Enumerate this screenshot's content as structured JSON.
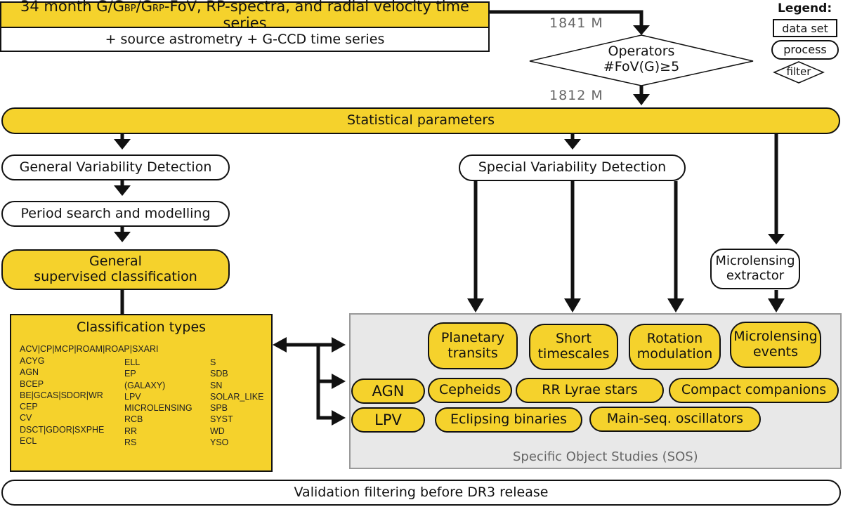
{
  "top_dataset": {
    "line1": "34 month G/G",
    "bp": "BP",
    "mid": "/G",
    "rp": "RP",
    "rest": "-FoV, RP-spectra, and radial velocity time series",
    "line2": "+ source astrometry + G-CCD time series"
  },
  "counts": {
    "input": "1841 M",
    "after_filter": "1812 M"
  },
  "filter": {
    "line1": "Operators",
    "line2": "#FoV(G)≥5"
  },
  "legend": {
    "title": "Legend:",
    "data_set": "data set",
    "process": "process",
    "filter": "filter"
  },
  "stat_params": "Statistical parameters",
  "general_detection": "General  Variability Detection",
  "special_detection": "Special  Variability Detection",
  "period_search": "Period search and modelling",
  "supervised": {
    "line1": "General",
    "line2": "supervised classification"
  },
  "microlensing_extractor": {
    "line1": "Microlensing",
    "line2": "extractor"
  },
  "classification": {
    "title": "Classification types",
    "first_row": "ACV|CP|MCP|ROAM|ROAP|SXARI",
    "col1": [
      "ACYG",
      "AGN",
      "BCEP",
      "BE|GCAS|SDOR|WR",
      "CEP",
      "CV",
      "DSCT|GDOR|SXPHE",
      "ECL"
    ],
    "col2": [
      "ELL",
      "EP",
      "(GALAXY)",
      "LPV",
      "MICROLENSING",
      "RCB",
      "RR",
      "RS"
    ],
    "col3": [
      "S",
      "SDB",
      "SN",
      "SOLAR_LIKE",
      "SPB",
      "SYST",
      "WD",
      "YSO"
    ]
  },
  "sos": {
    "title": "Specific Object  Studies (SOS)",
    "planetary": {
      "line1": "Planetary",
      "line2": "transits"
    },
    "short": {
      "line1": "Short",
      "line2": "timescales"
    },
    "rotation": {
      "line1": "Rotation",
      "line2": "modulation"
    },
    "microlensing": {
      "line1": "Microlensing",
      "line2": "events"
    },
    "agn": "AGN",
    "cepheids": "Cepheids",
    "rrlyrae": "RR Lyrae stars",
    "compact": "Compact companions",
    "lpv": "LPV",
    "eclipsing": "Eclipsing binaries",
    "mainseq": "Main-seq. oscillators"
  },
  "validation": "Validation filtering before DR3 release",
  "colors": {
    "process_fill": "#f5d22c",
    "sos_bg": "#e8e8e8",
    "sos_border": "#999999"
  }
}
